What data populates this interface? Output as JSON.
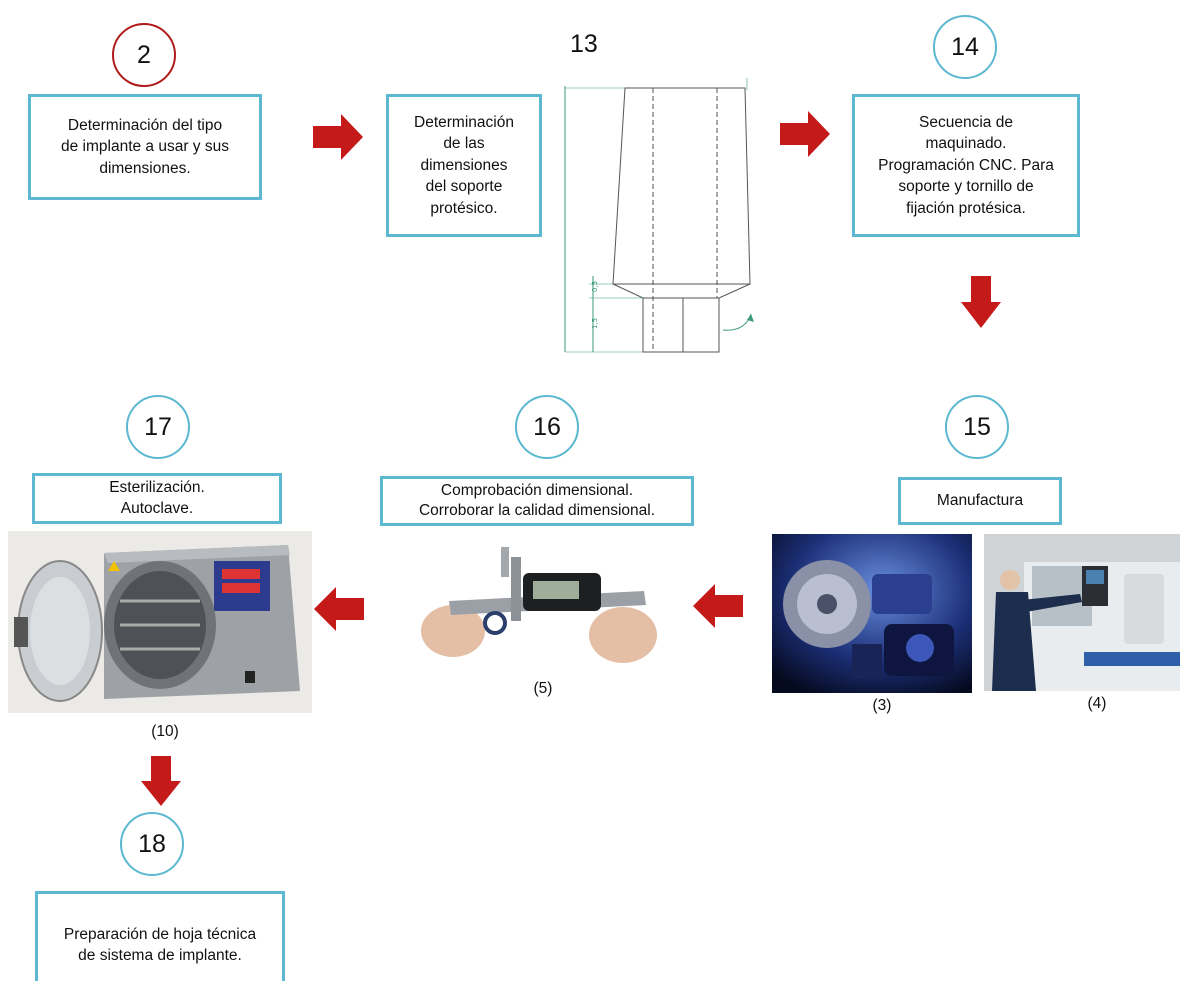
{
  "steps": [
    {
      "number": "2",
      "text": "Determinación del tipo\nde implante a usar y sus\ndimensiones."
    },
    {
      "number": "13",
      "text": "Determinación\nde las\ndimensiones\ndel soporte\nprotésico."
    },
    {
      "number": "14",
      "text": "Secuencia de\nmaquinado.\nProgramación CNC. Para\nsoporte y tornillo de\nfijación protésica."
    },
    {
      "number": "15",
      "text": "Manufactura"
    },
    {
      "number": "16",
      "text": "Comprobación dimensional.\nCorroborar la calidad dimensional."
    },
    {
      "number": "17",
      "text": "Esterilización.\nAutoclave."
    },
    {
      "number": "18",
      "text": "Preparación de hoja técnica\nde sistema de implante."
    }
  ],
  "captions": {
    "lathe_closeup": "(3)",
    "cnc_operator": "(4)",
    "caliper": "(5)",
    "autoclave": "(10)"
  },
  "drawing": {
    "dims": [
      "0,5",
      "1,5"
    ]
  },
  "icons": {
    "arrow": "red-block-arrow"
  },
  "colors": {
    "box_border": "#5bb8d0",
    "arrow": "#c41a1a",
    "first_circle": "#b01c1c"
  }
}
